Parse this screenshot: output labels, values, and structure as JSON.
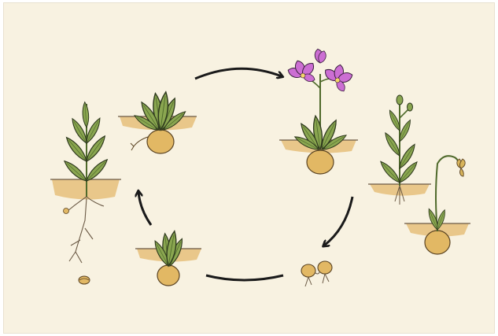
{
  "diagram": {
    "kind": "plant life cycle illustration",
    "colors": {
      "background": "#f8f2e1",
      "soil": "#e6c07a",
      "bulb": "#e2b864",
      "leaf": "#8aa650",
      "leaf_outline": "#2f3a1e",
      "flower": "#cc6ed3",
      "arrow": "#1a1a1a",
      "root": "#6b5a45"
    },
    "stages": [
      {
        "id": "sprouting-bulb",
        "icon": "sprouting-bulb-icon"
      },
      {
        "id": "leafy-bulb",
        "icon": "leafy-bulb-icon"
      },
      {
        "id": "flowering-plant",
        "icon": "flowering-plant-icon"
      },
      {
        "id": "seed-bulbs",
        "icon": "seed-bulbs-icon"
      },
      {
        "id": "tall-stem-with-roots",
        "icon": "rooted-stem-icon"
      },
      {
        "id": "budding-stem",
        "icon": "budding-stem-icon"
      },
      {
        "id": "drooping-flower-bulb",
        "icon": "drooping-flower-icon"
      },
      {
        "id": "loose-seed",
        "icon": "seed-icon"
      }
    ],
    "arrows": [
      "arrow-top",
      "arrow-right",
      "arrow-bottom",
      "arrow-left"
    ]
  }
}
